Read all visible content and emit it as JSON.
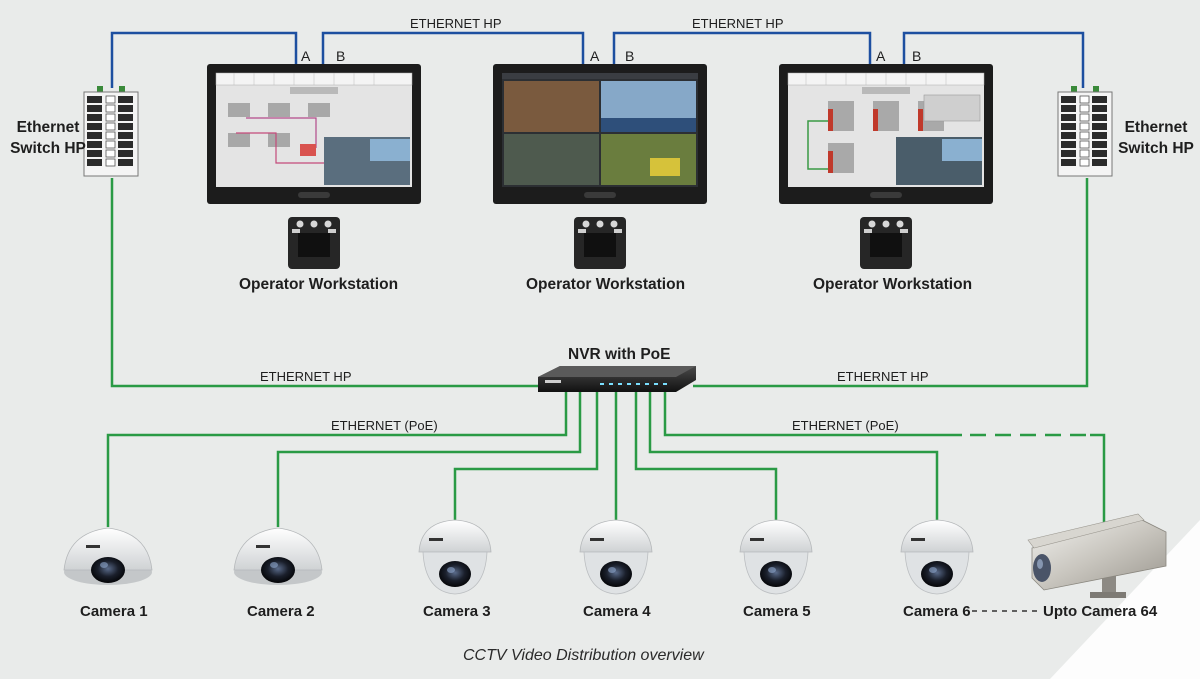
{
  "caption": "CCTV Video Distribution overview",
  "switch_left": {
    "line1": "Ethernet",
    "line2": "Switch HP"
  },
  "switch_right": {
    "line1": "Ethernet",
    "line2": "Switch HP"
  },
  "ethernet_hp_label": "ETHERNET HP",
  "ethernet_poe_label": "ETHERNET (PoE)",
  "nvr_label": "NVR with PoE",
  "port_a": "A",
  "port_b": "B",
  "workstation_label": "Operator Workstation",
  "workstations": [
    {
      "name": "Operator Workstation",
      "screen": "mimic"
    },
    {
      "name": "Operator Workstation",
      "screen": "video"
    },
    {
      "name": "Operator Workstation",
      "screen": "tanks"
    }
  ],
  "cameras": [
    {
      "label": "Camera 1",
      "type": "fisheye"
    },
    {
      "label": "Camera 2",
      "type": "fisheye"
    },
    {
      "label": "Camera 3",
      "type": "dome"
    },
    {
      "label": "Camera 4",
      "type": "dome"
    },
    {
      "label": "Camera 5",
      "type": "dome"
    },
    {
      "label": "Camera 6",
      "type": "dome"
    },
    {
      "label": "Upto Camera 64",
      "type": "housing"
    }
  ],
  "colors": {
    "background": "#e9ebea",
    "hp_line": "#1d4fa0",
    "poe_line": "#2a9a45",
    "monitor_bezel": "#1c1c1c"
  }
}
